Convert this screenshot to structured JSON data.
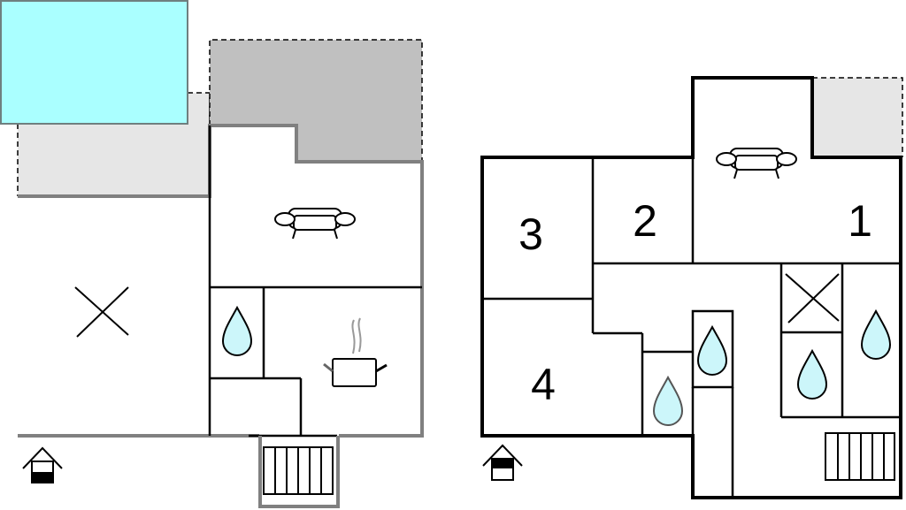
{
  "colors": {
    "pool": "#aaffff",
    "water": "#ccf6fa",
    "terrace_light": "#e6e6e6",
    "terrace_dark": "#c0c0c0",
    "wall_ground": "#808080",
    "wall_upper": "#000000"
  },
  "ground_floor": {
    "icons": [
      "pool",
      "terrace",
      "bed-cross-icon",
      "sofa-icon",
      "water-drop-icon",
      "cooking-pot-icon",
      "stairs-icon",
      "entrance-house-icon"
    ]
  },
  "upper_floor": {
    "rooms": [
      {
        "label": "1"
      },
      {
        "label": "2"
      },
      {
        "label": "3"
      },
      {
        "label": "4"
      }
    ]
  }
}
